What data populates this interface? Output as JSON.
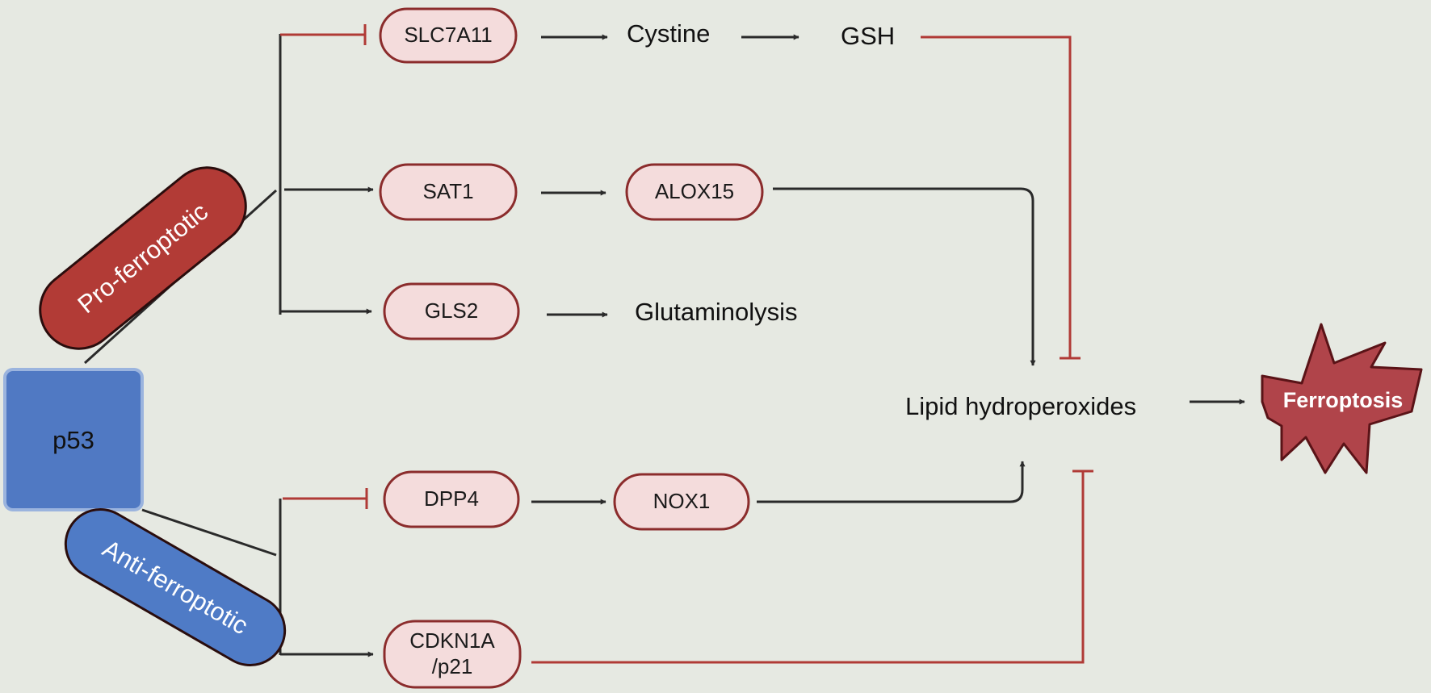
{
  "colors": {
    "background": "#e6e9e2",
    "node_fill": "#f4dcdc",
    "node_stroke": "#8b2c2c",
    "arrow": "#2a2a2a",
    "inhibit": "#b03a36",
    "pro_fill": "#b23b36",
    "anti_fill": "#4f7bc6",
    "p53_fill": "#5079c3",
    "p53_stroke": "#9bb4de",
    "ferroptosis_fill": "#b0444a"
  },
  "source": {
    "p53": "p53",
    "pro": "Pro-ferroptotic",
    "anti": "Anti-ferroptotic"
  },
  "nodes": {
    "slc7a11": "SLC7A11",
    "sat1": "SAT1",
    "alox15": "ALOX15",
    "gls2": "GLS2",
    "dpp4": "DPP4",
    "nox1": "NOX1",
    "cdkn1a_line1": "CDKN1A",
    "cdkn1a_line2": "/p21"
  },
  "labels": {
    "cystine": "Cystine",
    "gsh": "GSH",
    "glutaminolysis": "Glutaminolysis",
    "lipid": "Lipid hydroperoxides",
    "ferroptosis": "Ferroptosis"
  }
}
